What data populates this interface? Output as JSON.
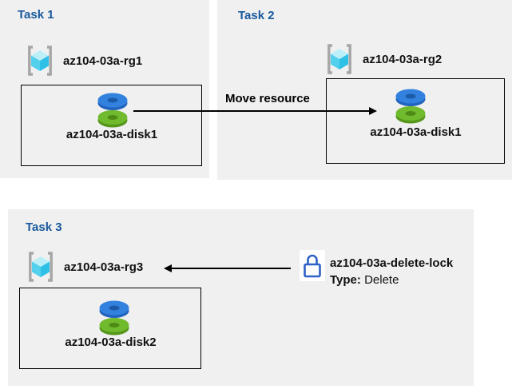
{
  "diagram": {
    "tasks": [
      {
        "title": "Task 1",
        "resource_group": "az104-03a-rg1",
        "disk": "az104-03a-disk1"
      },
      {
        "title": "Task 2",
        "resource_group": "az104-03a-rg2",
        "disk": "az104-03a-disk1"
      },
      {
        "title": "Task 3",
        "resource_group": "az104-03a-rg3",
        "disk": "az104-03a-disk2"
      }
    ],
    "move_arrow_label": "Move resource",
    "lock": {
      "name": "az104-03a-delete-lock",
      "type_label": "Type:",
      "type_value": "Delete"
    },
    "icons": {
      "resource_group": "resource-group-icon",
      "disk": "managed-disk-icon",
      "lock": "lock-icon"
    },
    "colors": {
      "task_title_blue": "#18599b",
      "panel_gray": "#f0f0f1",
      "disk_blue": "#3381de",
      "disk_green": "#70ba2d",
      "cube_cyan": "#53d0ec",
      "bracket_gray": "#a6a6a6",
      "lock_blue": "#2f62c8",
      "arrow_black": "#000000"
    }
  }
}
